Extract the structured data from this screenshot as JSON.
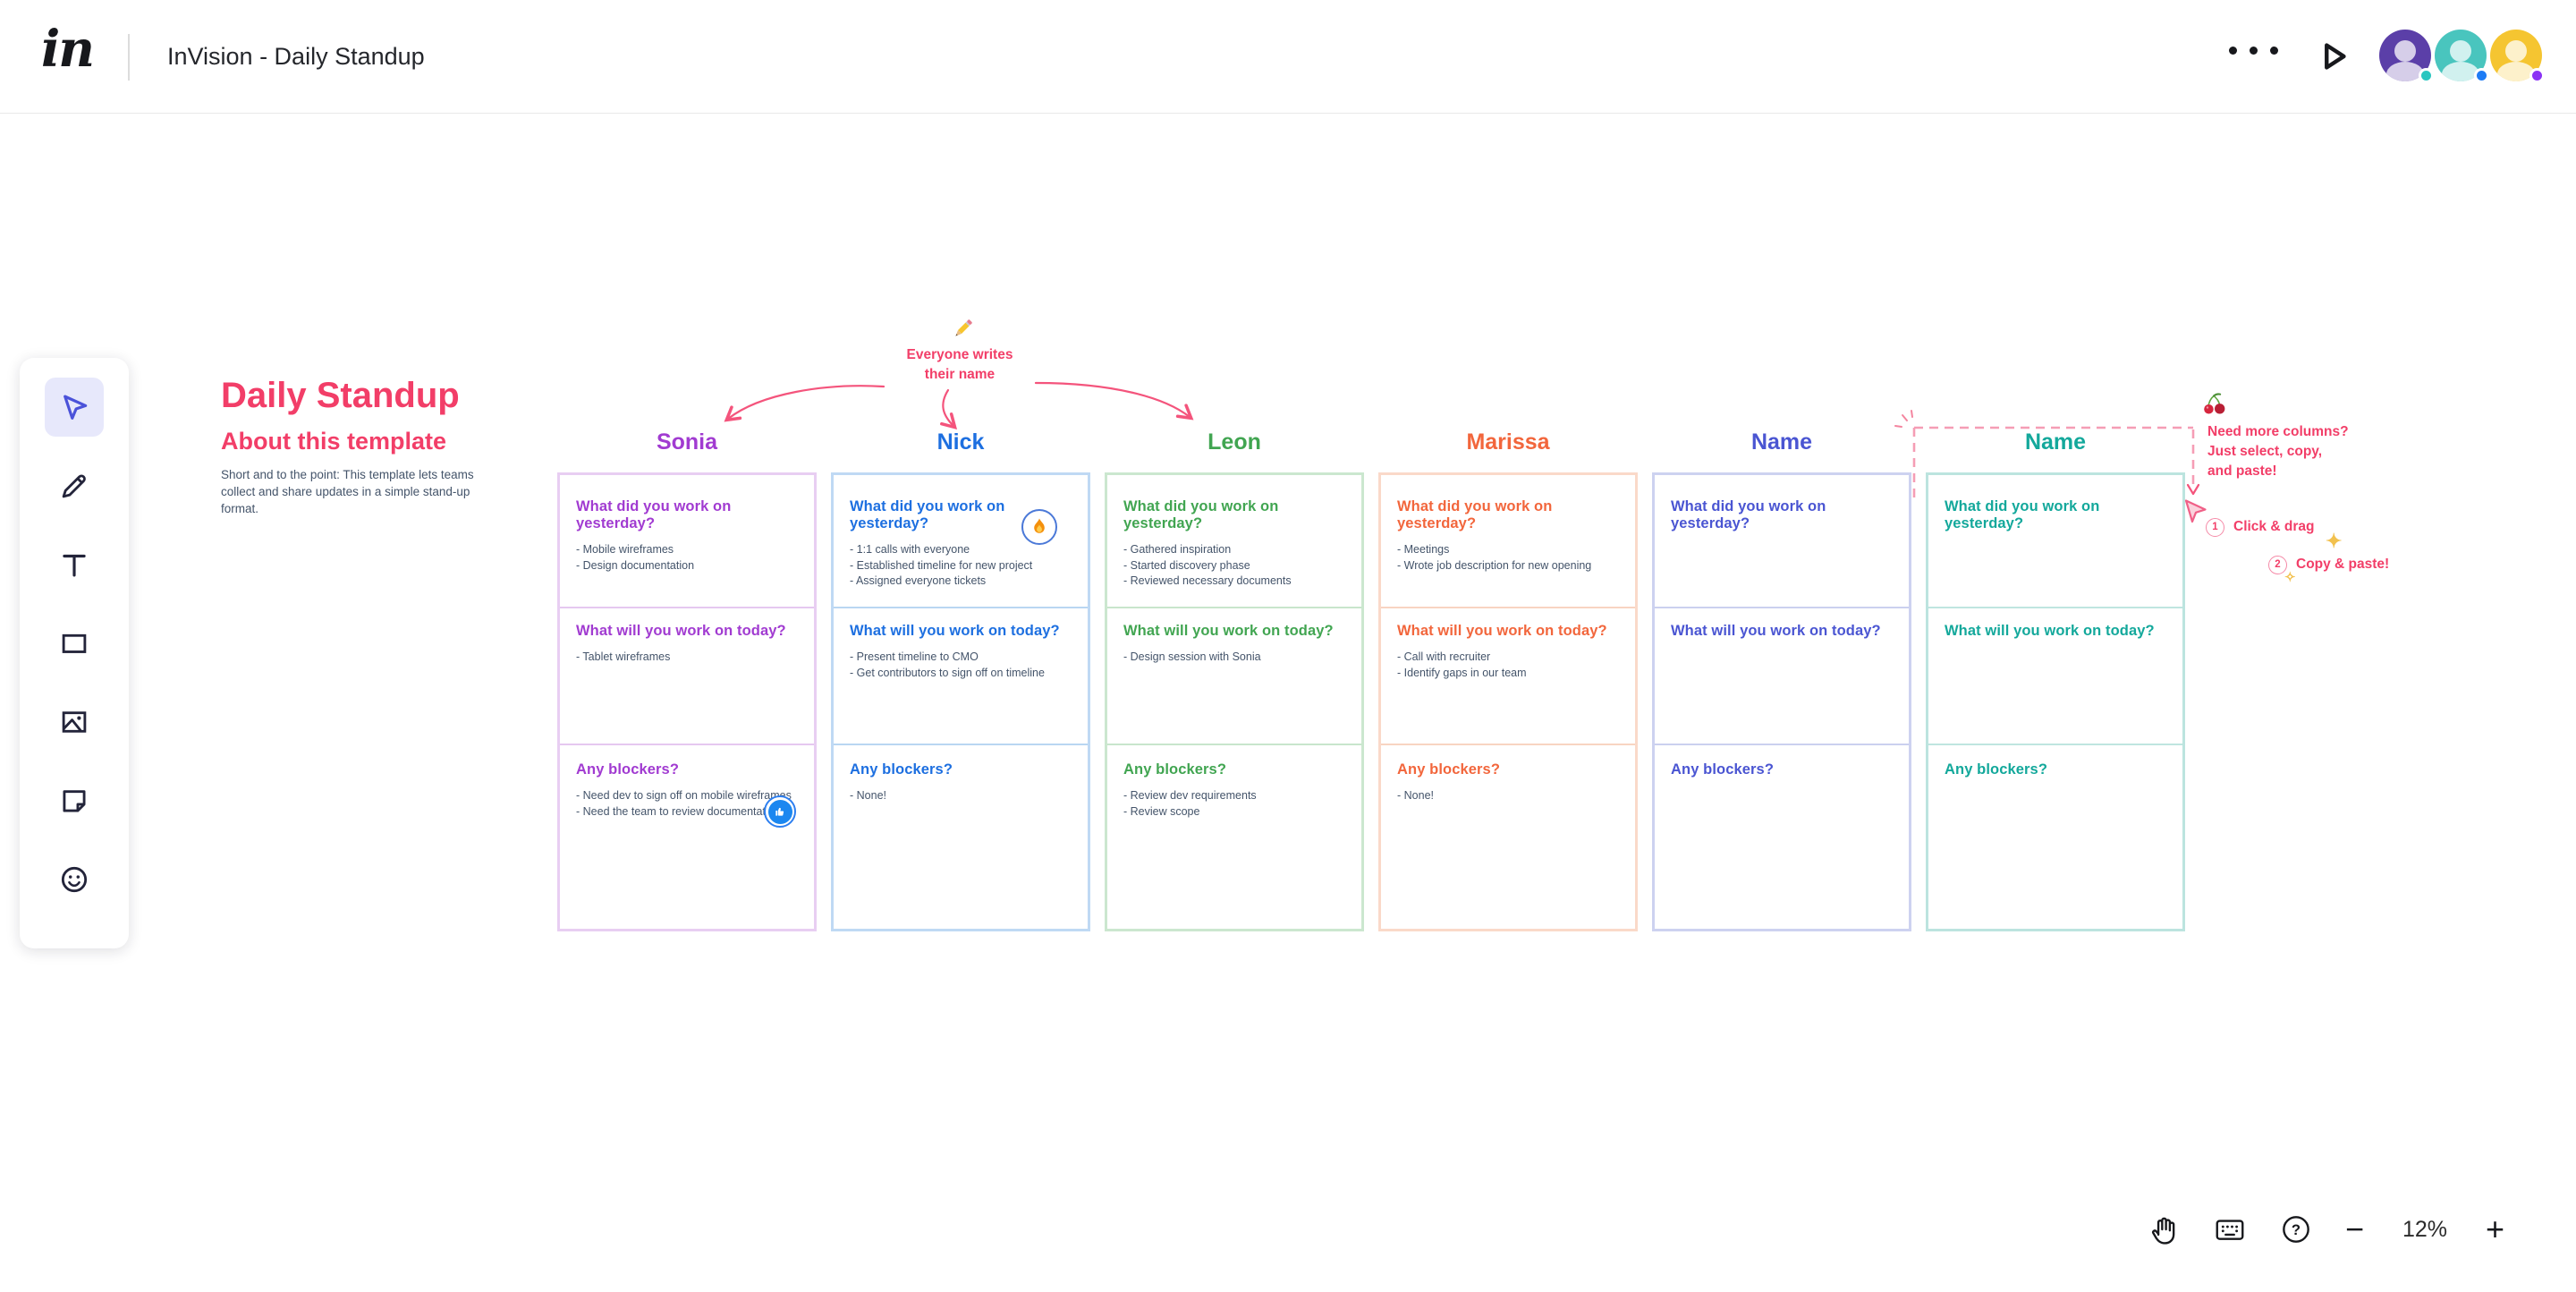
{
  "header": {
    "logo_text": "in",
    "document_title": "InVision - Daily Standup"
  },
  "presence": {
    "avatars": [
      {
        "bg": "#5b3fa8",
        "dot": "#2bc6c0"
      },
      {
        "bg": "#49c5be",
        "dot": "#1e7cf5"
      },
      {
        "bg": "#f5c531",
        "dot": "#8b33f5"
      }
    ]
  },
  "toolbar": {
    "tools": [
      {
        "id": "select-tool",
        "active": true
      },
      {
        "id": "pencil-tool",
        "active": false
      },
      {
        "id": "text-tool",
        "active": false
      },
      {
        "id": "shape-tool",
        "active": false
      },
      {
        "id": "image-tool",
        "active": false
      },
      {
        "id": "sticky-note-tool",
        "active": false
      },
      {
        "id": "emoji-tool",
        "active": false
      }
    ],
    "accent": "#4b52d9",
    "active_bg": "#e7e8fb"
  },
  "canvas": {
    "page_title": "Daily Standup",
    "about": {
      "heading": "About this template",
      "body": "Short and to the point: This template lets teams collect and share updates in a simple stand-up format."
    },
    "questions": [
      "What did you work on yesterday?",
      "What will you work on today?",
      "Any blockers?"
    ],
    "annotations": {
      "accent": "#f23e68",
      "write_name": {
        "emoji": "pencil-emoji",
        "line1": "Everyone writes",
        "line2": "their name"
      },
      "more_columns": {
        "emoji": "cherries-emoji",
        "line1": "Need more columns?",
        "line2": "Just select, copy,",
        "line3": "and paste!",
        "step1_num": "1",
        "step1_label": "Click & drag",
        "step2_num": "2",
        "step2_label": "Copy & paste!"
      }
    },
    "columns": [
      {
        "name": "Sonia",
        "accent": "#a13bd1",
        "border": "#e8cef2",
        "divider": "#e5c8f0",
        "yesterday": [
          "Mobile wireframes",
          "Design documentation"
        ],
        "today": [
          "Tablet wireframes"
        ],
        "blockers": [
          "Need dev to sign off on mobile wireframes",
          "Need the team to review documentation"
        ],
        "reaction": "thumbs-up on blockers"
      },
      {
        "name": "Nick",
        "accent": "#1d6fe0",
        "border": "#bfd9f4",
        "divider": "#b9d6f2",
        "yesterday": [
          "1:1 calls with everyone",
          "Established timeline for new project",
          "Assigned everyone tickets"
        ],
        "today": [
          "Present timeline to CMO",
          "Get contributors to sign off on timeline"
        ],
        "blockers": [
          "None!"
        ],
        "reaction": "fire on yesterday"
      },
      {
        "name": "Leon",
        "accent": "#41a551",
        "border": "#cbe7cf",
        "divider": "#c8e5cc",
        "yesterday": [
          "Gathered inspiration",
          "Started discovery phase",
          "Reviewed necessary documents"
        ],
        "today": [
          "Design session with Sonia"
        ],
        "blockers": [
          "Review dev requirements",
          "Review scope"
        ]
      },
      {
        "name": "Marissa",
        "accent": "#f2663c",
        "border": "#fad9c9",
        "divider": "#f8d4c2",
        "yesterday": [
          "Meetings",
          "Wrote job description for new opening"
        ],
        "today": [
          "Call with recruiter",
          "Identify gaps in our team"
        ],
        "blockers": [
          "None!"
        ]
      },
      {
        "name": "Name",
        "accent": "#4a55d2",
        "border": "#cdd2f0",
        "divider": "#cbd0ef",
        "yesterday": [],
        "today": [],
        "blockers": []
      },
      {
        "name": "Name",
        "accent": "#13a89b",
        "border": "#bce4df",
        "divider": "#bfe5e0",
        "yesterday": [],
        "today": [],
        "blockers": [],
        "selection": "dashed pink marquee"
      }
    ]
  },
  "footer": {
    "zoom_value": "12%"
  }
}
